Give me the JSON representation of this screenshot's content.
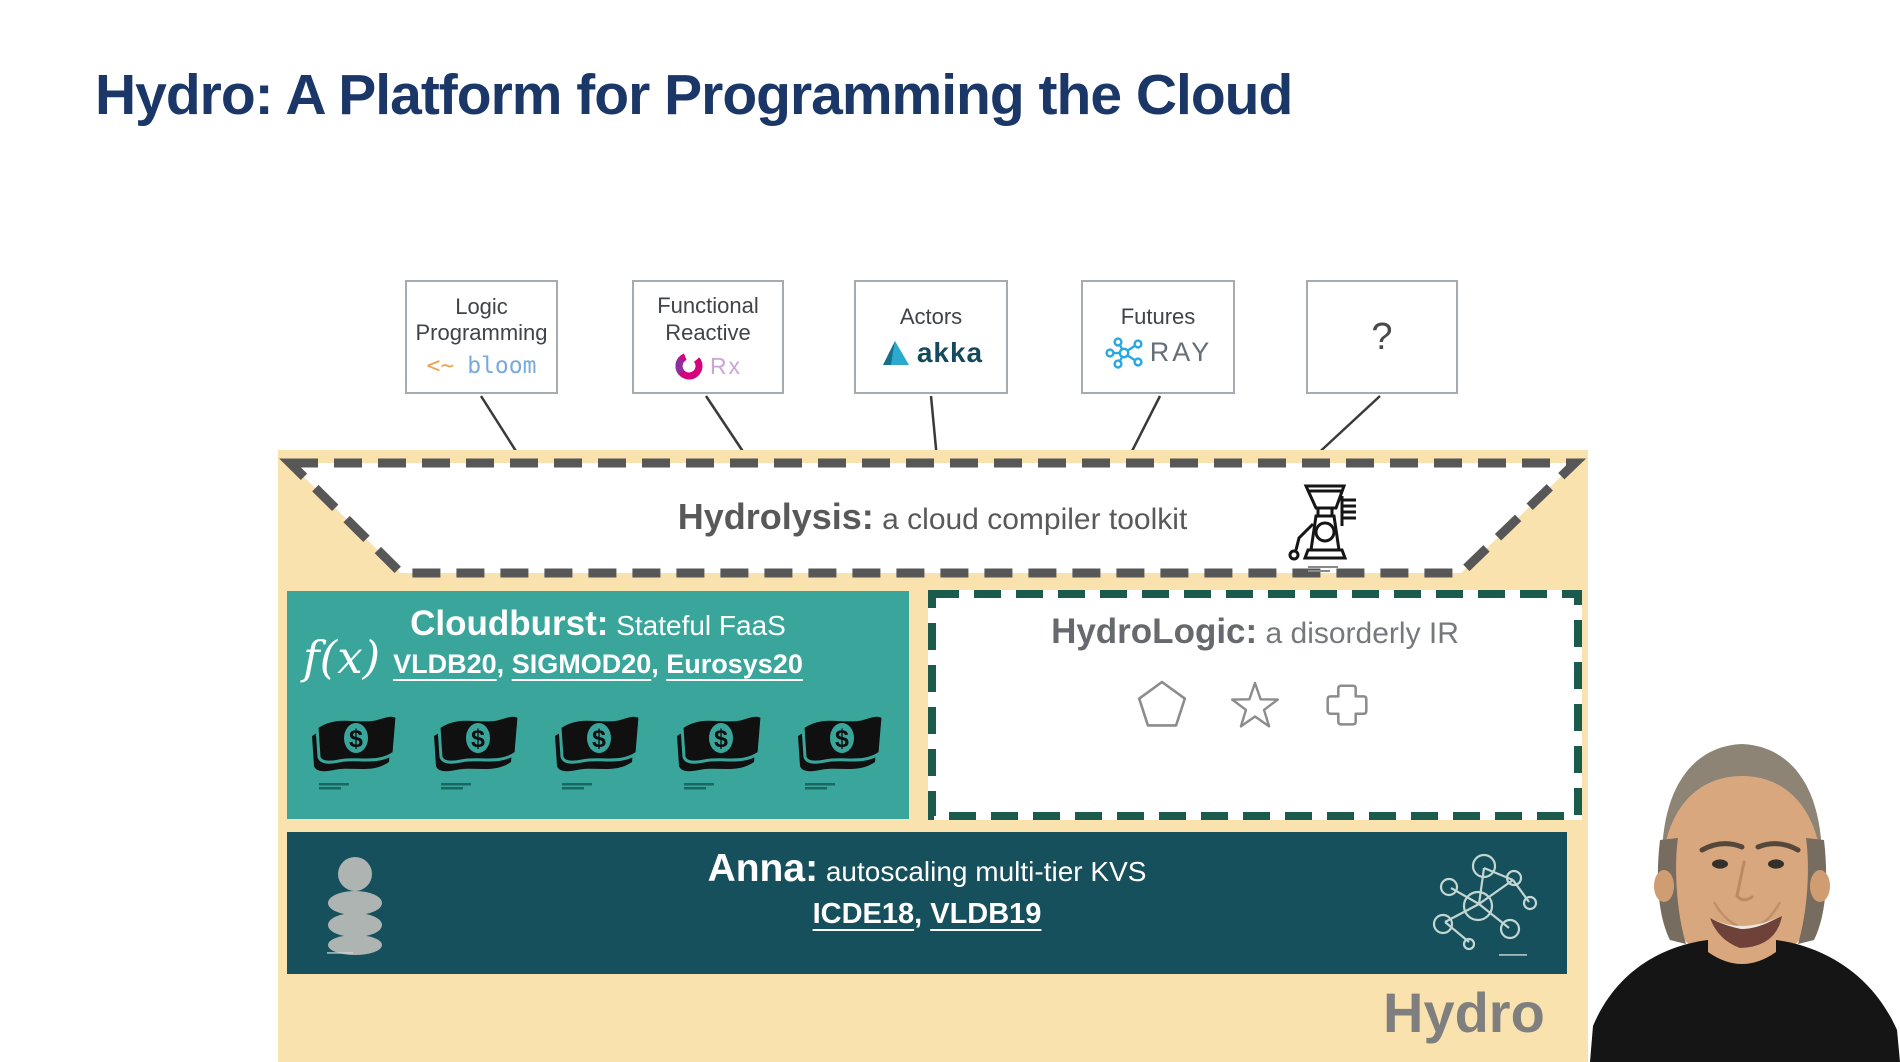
{
  "title": "Hydro: A Platform for Programming the Cloud",
  "punct": {
    "comma": ", "
  },
  "paradigms": {
    "logic": {
      "line1": "Logic",
      "line2": "Programming",
      "arrow": "<~",
      "logo": "bloom"
    },
    "reactive": {
      "line1": "Functional",
      "line2": "Reactive",
      "logo": "Rx"
    },
    "actors": {
      "label": "Actors",
      "logo": "akka"
    },
    "futures": {
      "label": "Futures",
      "logo": "RAY"
    },
    "other": {
      "label": "?"
    }
  },
  "hydrolysis": {
    "name": "Hydrolysis:",
    "desc": " a cloud compiler toolkit"
  },
  "cloudburst": {
    "name": "Cloudburst:",
    "desc": " Stateful FaaS",
    "fx": "f(x)",
    "papers": [
      "VLDB20",
      "SIGMOD20",
      "Eurosys20"
    ],
    "money_count": 5
  },
  "hydrologic": {
    "name": "HydroLogic:",
    "desc": " a disorderly IR",
    "shapes": [
      "pentagon",
      "star",
      "cross"
    ]
  },
  "anna": {
    "name": "Anna:",
    "desc": " autoscaling multi-tier KVS",
    "papers": [
      "ICDE18",
      "VLDB19"
    ]
  },
  "platform_label": "Hydro",
  "icons": {
    "bloom": "arrow-plus-bloom-wordmark",
    "reactive": "rx-swirl",
    "actors": "akka-triangle",
    "futures": "ray-node-graph",
    "hydrolysis": "meat-grinder",
    "cloudburst": "dollar-bill",
    "anna_left": "database-cylinder",
    "anna_right": "network-graph",
    "webcam": "presenter"
  },
  "colors": {
    "title_navy": "#1B3768",
    "container_tan": "#FAE2AF",
    "cloudburst_teal": "#3AA69B",
    "anna_teal": "#16505C",
    "hydrologic_green": "#1A5B4E",
    "dash_gray": "#595959",
    "label_gray": "#7F7F7F",
    "bloom_blue": "#79A9DC",
    "bloom_arrow_orange": "#E9A54F",
    "rx_magenta": "#D5017D",
    "akka_teal": "#2BA9CE",
    "ray_blue": "#28A8E0"
  }
}
